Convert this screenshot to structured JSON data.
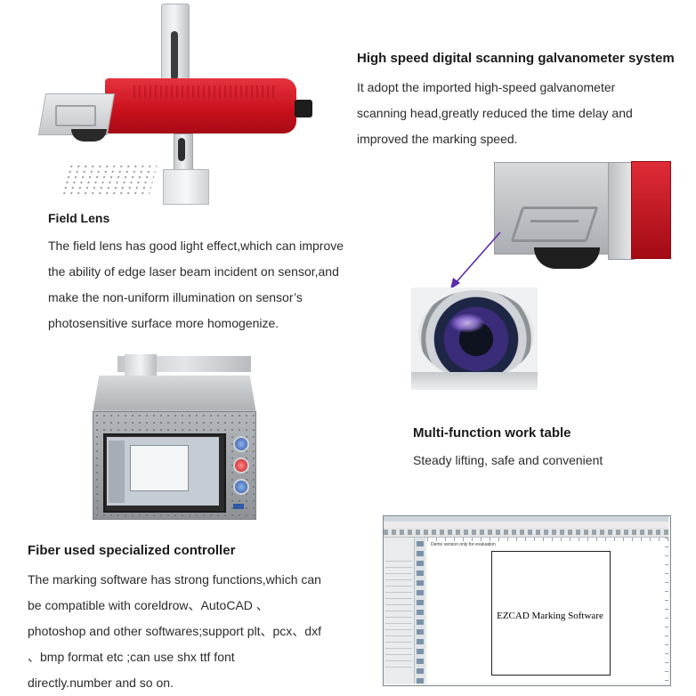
{
  "galvo": {
    "heading": "High speed digital scanning galvanometer system",
    "lines": [
      "It adopt the imported high-speed galvanometer",
      "scanning head,greatly reduced the time delay and",
      "improved the marking speed."
    ]
  },
  "field_lens": {
    "heading": "Field Lens",
    "lines": [
      "The field lens has good light effect,which can improve",
      "the ability of edge laser beam  incident on sensor,and",
      "make the non-uniform illumination on sensor’s",
      "photosensitive surface more homogenize."
    ]
  },
  "work_table": {
    "heading": "Multi-function  work table",
    "lines": [
      "Steady lifting, safe and convenient"
    ]
  },
  "controller": {
    "heading": "Fiber used specialized controller",
    "lines": [
      "The marking software has strong functions,which can",
      "be compatible with coreldrow、AutoCAD 、",
      "photoshop and other softwares;support plt、pcx、dxf",
      "、bmp format etc ;can use shx ttf font",
      "directly.number and so on."
    ]
  },
  "software": {
    "page_label": "EZCAD Marking Software",
    "canvas_note": "Demo version only for evaluation"
  },
  "colors": {
    "head_red": "#c8101c",
    "arrow": "#5a2aa8"
  }
}
